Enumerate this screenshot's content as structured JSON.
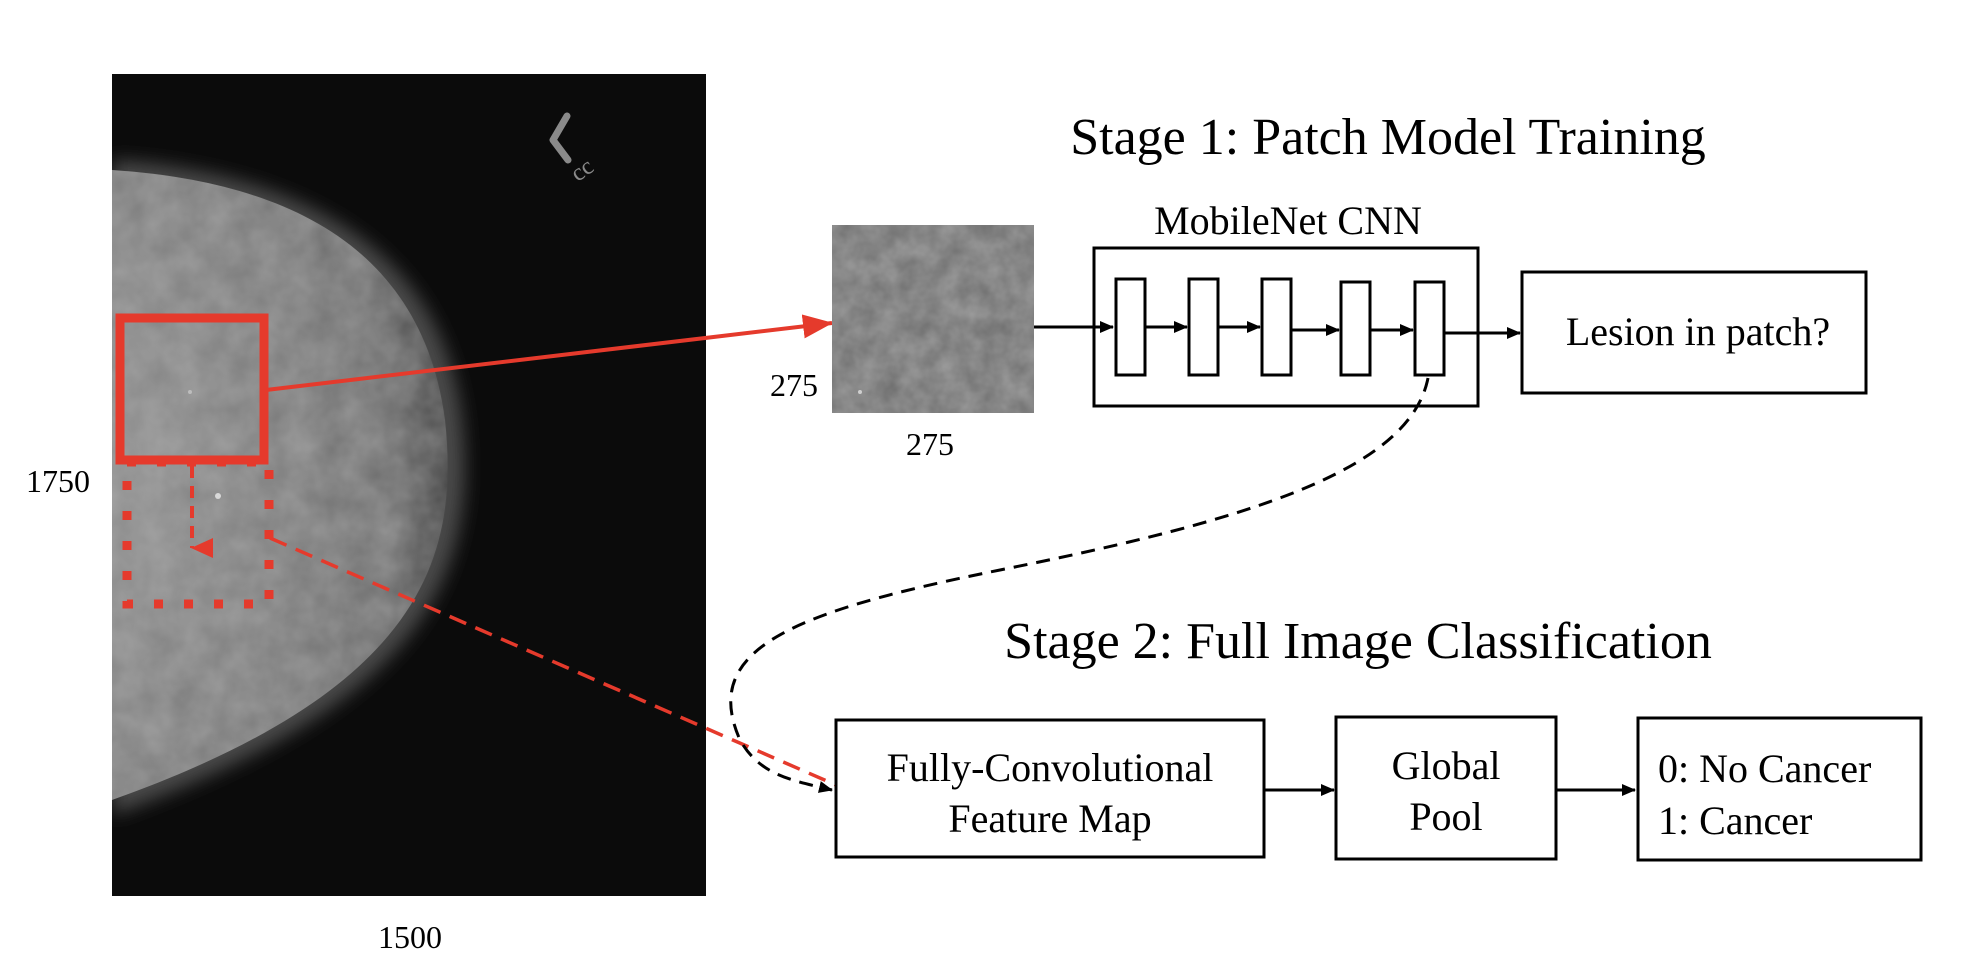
{
  "mammogram": {
    "width_label": "1500",
    "height_label": "1750",
    "marker_text": "cc"
  },
  "stage1": {
    "title": "Stage 1: Patch Model Training",
    "patch_width_label": "275",
    "patch_height_label": "275",
    "cnn_title": "MobileNet CNN",
    "output_label": "Lesion in patch?"
  },
  "stage2": {
    "title": "Stage 2: Full Image Classification",
    "feature_map_line1": "Fully-Convolutional",
    "feature_map_line2": "Feature Map",
    "pool_line1": "Global",
    "pool_line2": "Pool",
    "classes_line1": "0: No Cancer",
    "classes_line2": "1: Cancer"
  },
  "colors": {
    "accent_red": "#e53a2c",
    "stroke": "#000000",
    "film_black": "#0b0b0b"
  }
}
